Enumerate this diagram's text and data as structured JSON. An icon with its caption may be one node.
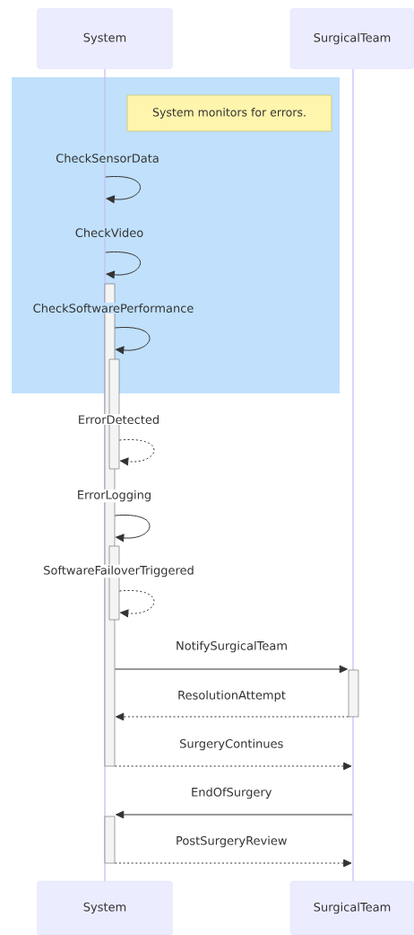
{
  "diagram": {
    "nodes": [
      {
        "text": [
          "System"
        ]
      },
      {
        "text": [
          "SurgicalTeam"
        ]
      },
      {
        "text": [],
        "shape": "box"
      },
      {
        "text": [
          "System monitors for errors."
        ],
        "in": 2
      },
      {
        "text": [],
        "shape": "line"
      },
      {
        "text": [],
        "shape": "line"
      },
      {
        "text": [],
        "shape": "bar"
      },
      {
        "text": [],
        "shape": "bar"
      },
      {
        "text": [],
        "shape": "bar"
      },
      {
        "text": [],
        "shape": "bar"
      },
      {
        "text": [],
        "shape": "bar"
      },
      {
        "text": [
          "System"
        ]
      },
      {
        "text": [
          "SurgicalTeam"
        ]
      }
    ],
    "edges": [
      {
        "from": 4,
        "to": 4,
        "arrow": "to",
        "label": "CheckSensorData"
      },
      {
        "from": 4,
        "to": 4,
        "arrow": "to",
        "label": "CheckVideo"
      },
      {
        "from": 6,
        "to": 6,
        "arrow": "to",
        "label": "CheckSoftwarePerformance"
      },
      {
        "from": 7,
        "to": 7,
        "arrow": "to",
        "label": "ErrorDetected",
        "style": "dashed"
      },
      {
        "from": 6,
        "to": 6,
        "arrow": "to",
        "label": "ErrorLogging"
      },
      {
        "from": 8,
        "to": 8,
        "arrow": "to",
        "label": "SoftwareFailoverTriggered",
        "style": "dashed"
      },
      {
        "from": 6,
        "to": 9,
        "arrow": "to",
        "label": "NotifySurgicalTeam"
      },
      {
        "from": 9,
        "to": 6,
        "arrow": "to",
        "label": "ResolutionAttempt",
        "style": "dashed"
      },
      {
        "from": 6,
        "to": 5,
        "arrow": "to",
        "label": "SurgeryContinues",
        "style": "dashed"
      },
      {
        "from": 5,
        "to": 10,
        "arrow": "to",
        "label": "EndOfSurgery"
      },
      {
        "from": 10,
        "to": 5,
        "arrow": "to",
        "label": "PostSurgeryReview",
        "style": "dashed"
      }
    ]
  }
}
